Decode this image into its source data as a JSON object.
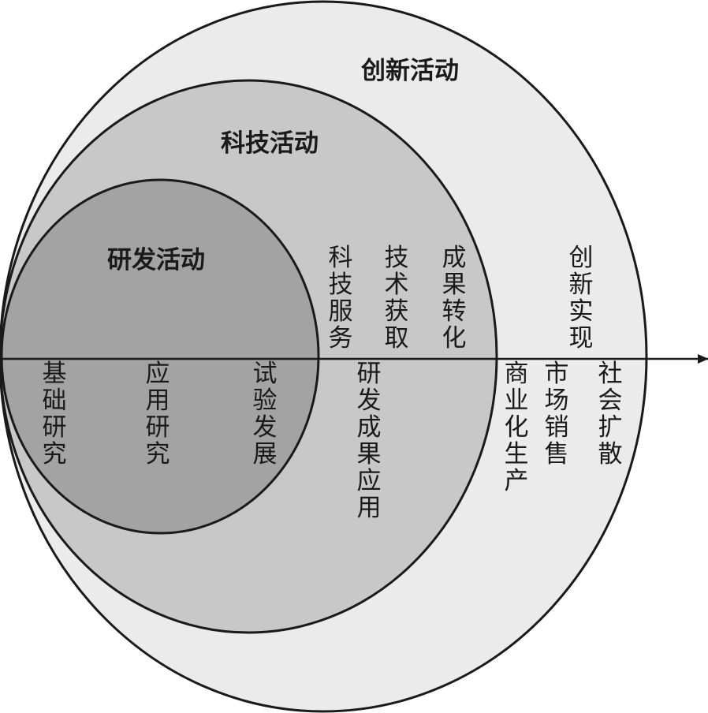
{
  "circles": {
    "innovation": {
      "title": "创新活动",
      "fill": "#ebebeb",
      "upper": [
        {
          "key": "impl",
          "text": "创新实现"
        }
      ],
      "lower": [
        {
          "key": "commercial",
          "text": "商业化生产"
        },
        {
          "key": "sales",
          "text": "市场销售"
        },
        {
          "key": "diffusion",
          "text": "社会扩散"
        }
      ]
    },
    "sci_tech": {
      "title": "科技活动",
      "fill": "#c8c8c8",
      "upper": [
        {
          "key": "service",
          "text": "科技服务"
        },
        {
          "key": "acquire",
          "text": "技术获取"
        },
        {
          "key": "transfer",
          "text": "成果转化"
        }
      ],
      "lower": [
        {
          "key": "application",
          "text": "研发成果应用"
        }
      ]
    },
    "rnd": {
      "title": "研发活动",
      "fill": "#a3a3a3",
      "lower": [
        {
          "key": "basic",
          "text": "基础研究"
        },
        {
          "key": "applied",
          "text": "应用研究"
        },
        {
          "key": "experimental",
          "text": "试验发展"
        }
      ]
    }
  },
  "colors": {
    "stroke": "#1a1a1a",
    "background": "#ffffff"
  }
}
